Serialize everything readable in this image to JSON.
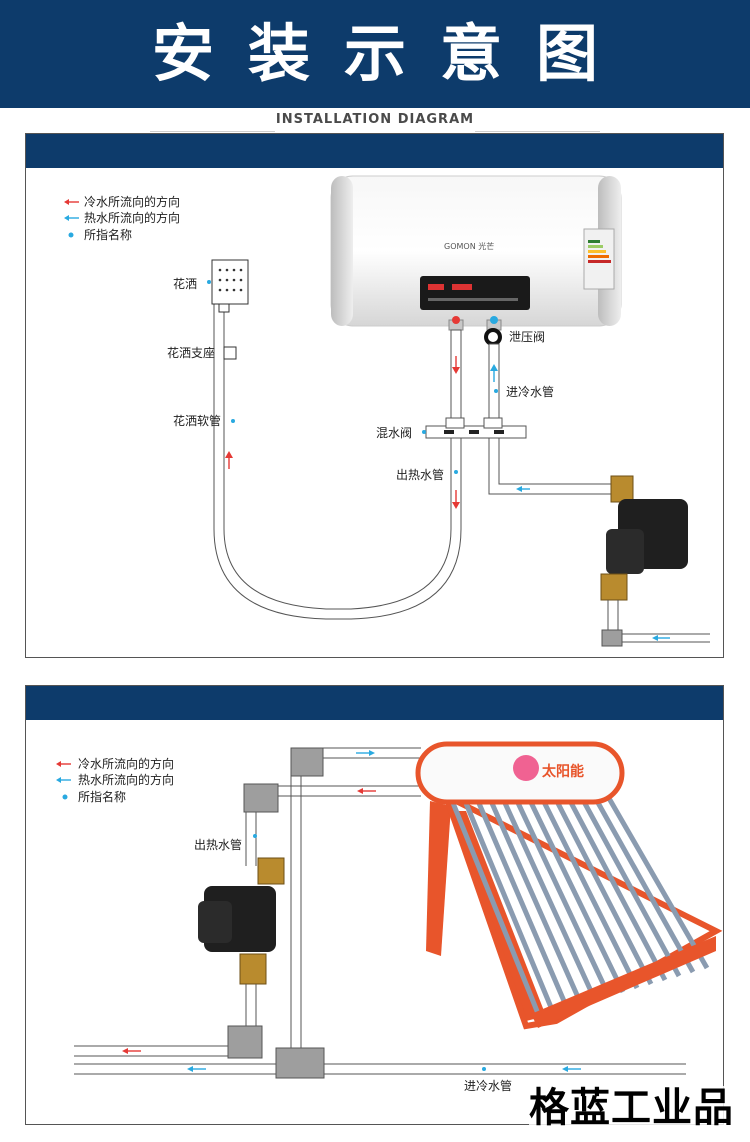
{
  "header": {
    "title": "安装示意图",
    "subtitle": "INSTALLATION DIAGRAM"
  },
  "legend": {
    "cold": "冷水所流向的方向",
    "hot": "热水所流向的方向",
    "name": "所指名称"
  },
  "diagram1": {
    "heater_brand": "GOMON 光芒",
    "labels": {
      "shower_head": "花洒",
      "shower_holder": "花洒支座",
      "shower_hose": "花洒软管",
      "pressure_valve": "泄压阀",
      "cold_inlet": "进冷水管",
      "mixing_valve": "混水阀",
      "hot_outlet": "出热水管"
    }
  },
  "diagram2": {
    "tank_label": "太阳能",
    "labels": {
      "hot_outlet": "出热水管",
      "cold_inlet": "进冷水管"
    }
  },
  "watermark": "格蓝工业品",
  "colors": {
    "navy": "#0d3b6b",
    "cold_arrow": "#e53935",
    "hot_arrow": "#29a9e0",
    "frame": "#e8552b"
  }
}
